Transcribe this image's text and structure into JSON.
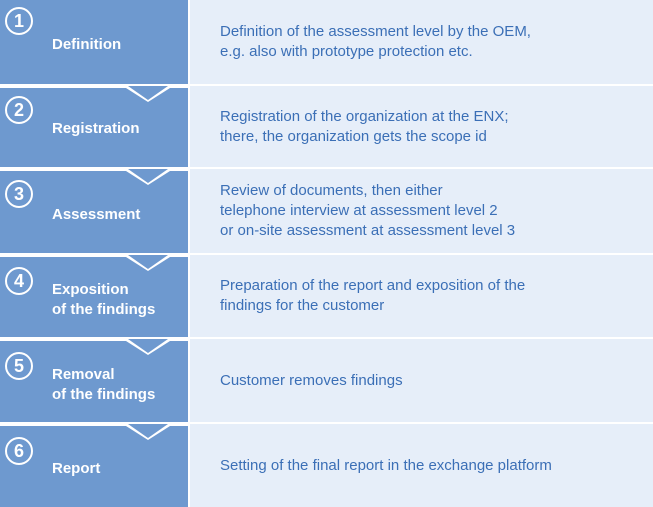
{
  "steps": [
    {
      "number": "1",
      "title_lines": [
        "Definition"
      ],
      "description_lines": [
        "Definition of the assessment level by the OEM,",
        "e.g. also with prototype protection etc."
      ]
    },
    {
      "number": "2",
      "title_lines": [
        "Registration"
      ],
      "description_lines": [
        "Registration of the organization at the ENX;",
        "there, the organization gets the scope id"
      ]
    },
    {
      "number": "3",
      "title_lines": [
        "Assessment"
      ],
      "description_lines": [
        "Review of documents, then either",
        "telephone interview at assessment level 2",
        "or on-site assessment at assessment level 3"
      ]
    },
    {
      "number": "4",
      "title_lines": [
        "Exposition",
        "of the findings"
      ],
      "description_lines": [
        "Preparation of the report and exposition of the",
        "findings for the customer"
      ]
    },
    {
      "number": "5",
      "title_lines": [
        "Removal",
        "of the findings"
      ],
      "description_lines": [
        "Customer removes findings"
      ]
    },
    {
      "number": "6",
      "title_lines": [
        "Report"
      ],
      "description_lines": [
        "Setting of the final report in the exchange platform"
      ]
    }
  ],
  "colors": {
    "left_panel": "#6e99cf",
    "right_panel": "#e6eef9",
    "description_text": "#3b6fb6",
    "title_text": "#ffffff"
  }
}
